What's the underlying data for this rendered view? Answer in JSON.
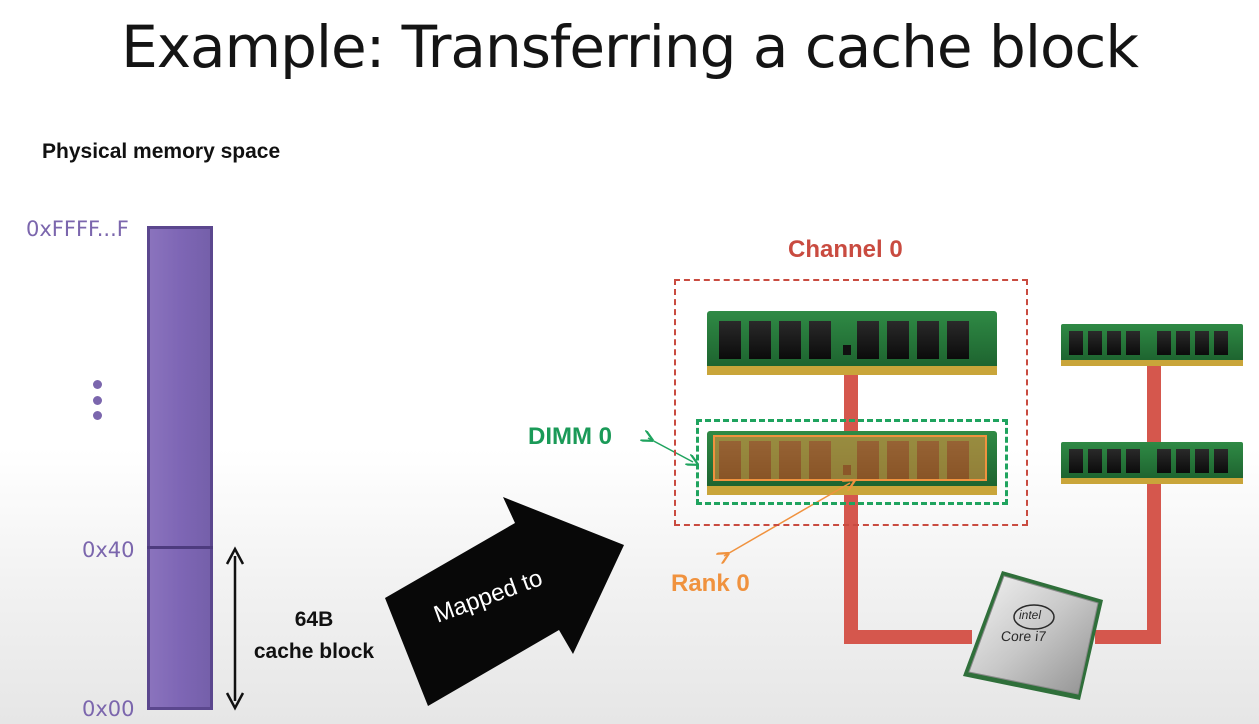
{
  "title": "Example: Transferring a cache block",
  "memory": {
    "heading": "Physical memory space",
    "addr_top": "0xFFFF...F",
    "addr_mid": "0x40",
    "addr_bottom": "0x00",
    "block_size": "64B",
    "block_caption": "cache block"
  },
  "arrow_label": "Mapped to",
  "labels": {
    "channel": "Channel 0",
    "dimm": "DIMM 0",
    "rank": "Rank 0"
  },
  "cpu": {
    "brand": "intel",
    "model": "Core i7"
  },
  "colors": {
    "memory_bar": "#7e66b5",
    "address_text": "#7b66ad",
    "channel": "#c94b40",
    "dimm": "#1fa35e",
    "rank": "#f0923e",
    "bus": "#d5574d",
    "pcb": "#1f6e34"
  }
}
